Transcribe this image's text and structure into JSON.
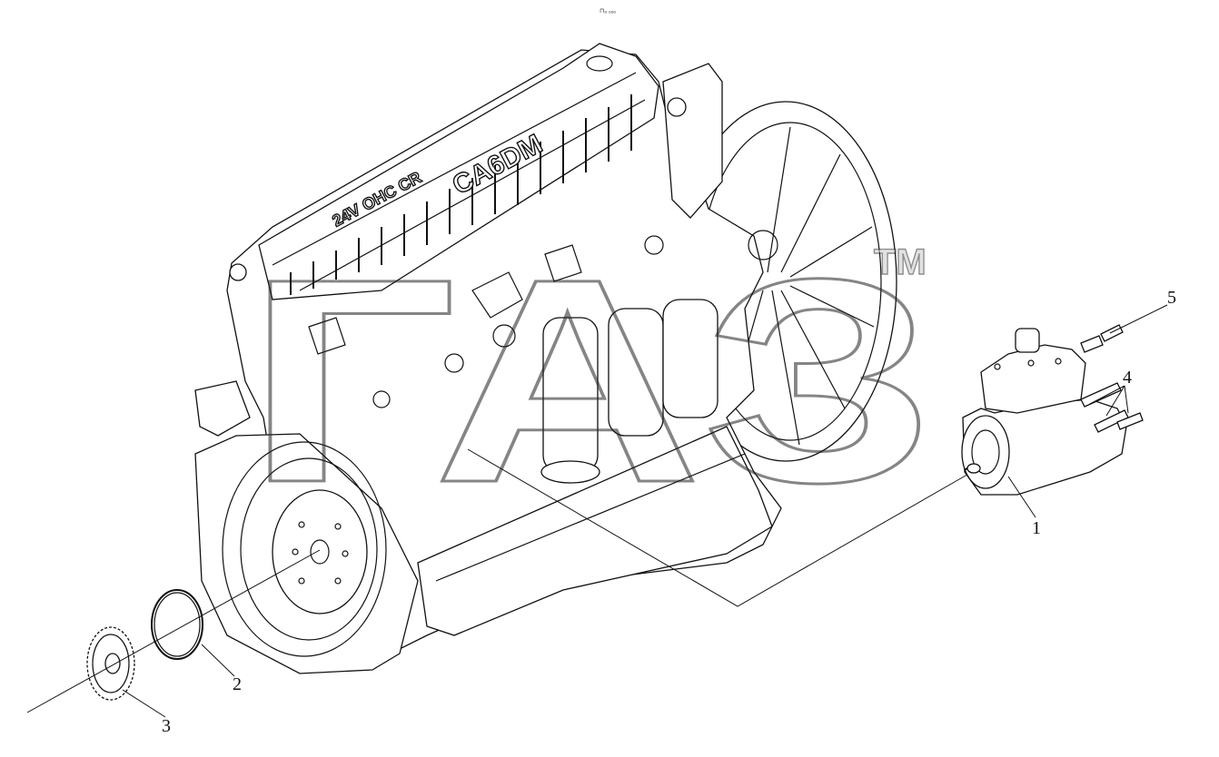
{
  "diagram": {
    "top_mark": "⊓ₒ ₒₒₒ",
    "engine_engraving_line1": "CA6DM",
    "engine_engraving_line2": "24V OHC CR",
    "watermark_text": "ГАЗ",
    "trademark_symbol": "TM",
    "callouts": [
      {
        "id": "1",
        "label": "1"
      },
      {
        "id": "2",
        "label": "2"
      },
      {
        "id": "3",
        "label": "3"
      },
      {
        "id": "4",
        "label": "4"
      },
      {
        "id": "5",
        "label": "5"
      }
    ]
  }
}
